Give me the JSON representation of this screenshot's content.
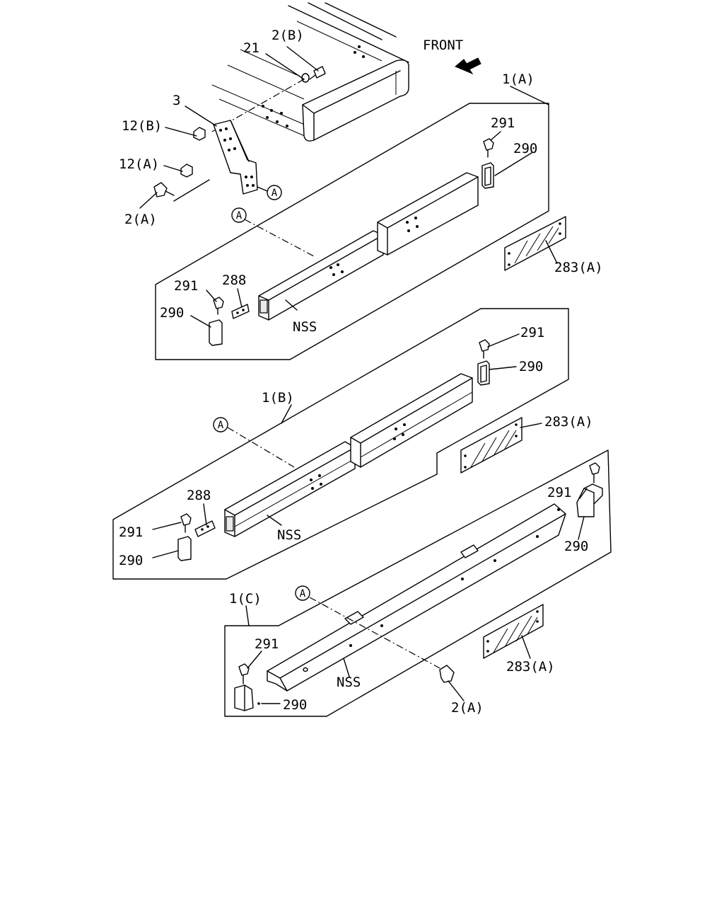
{
  "labels": {
    "front": "FRONT",
    "l_2b": "2(B)",
    "l_21": "21",
    "l_3": "3",
    "l_12b": "12(B)",
    "l_12a": "12(A)",
    "l_2a_top": "2(A)",
    "l_1a": "1(A)",
    "l_291_a_r": "291",
    "l_290_a_r": "290",
    "l_283_a": "283(A)",
    "l_291_a_l": "291",
    "l_288_a": "288",
    "l_290_a_l": "290",
    "l_nss_a": "NSS",
    "l_1b": "1(B)",
    "l_291_b_r": "291",
    "l_290_b_r": "290",
    "l_283_b": "283(A)",
    "l_288_b": "288",
    "l_291_b_l": "291",
    "l_290_b_l": "290",
    "l_nss_b": "NSS",
    "l_291_c_r": "291",
    "l_290_c_r": "290",
    "l_1c": "1(C)",
    "l_291_c_l": "291",
    "l_290_c_l": "290",
    "l_nss_c": "NSS",
    "l_283_c": "283(A)",
    "l_2a_bottom": "2(A)"
  },
  "callout": "A",
  "icons": {
    "direction": "front-arrow-icon",
    "callout": "circled-letter-icon"
  }
}
